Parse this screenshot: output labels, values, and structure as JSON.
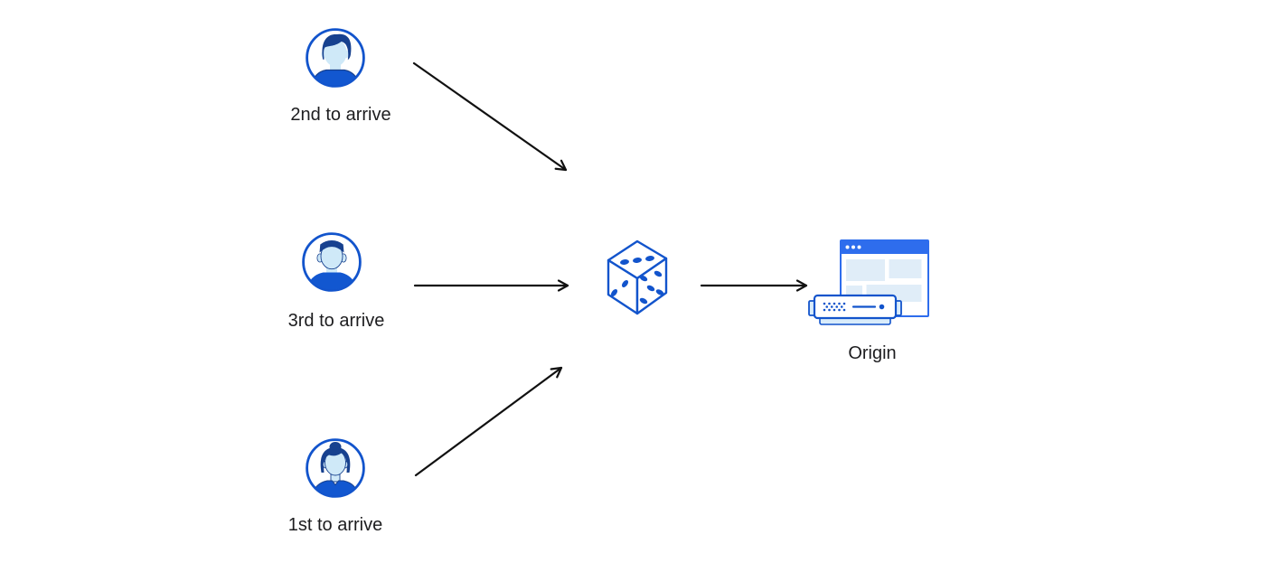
{
  "diagram": {
    "title": "random-steering-to-origin-diagram",
    "clients": [
      {
        "label": "2nd to arrive",
        "avatar": "man-swept-hair"
      },
      {
        "label": "3rd to arrive",
        "avatar": "man-flat-top"
      },
      {
        "label": "1st to arrive",
        "avatar": "woman-hair-bun"
      }
    ],
    "router": {
      "icon": "dice"
    },
    "origin": {
      "label": "Origin",
      "icon": "browser-window-and-server"
    }
  },
  "colors": {
    "accent_blue": "#1254cc",
    "titlebar_blue": "#2e6ded",
    "dark_navy": "#17418f",
    "shirt_blue": "#1257d0",
    "face_light": "#cfe9f8",
    "panel_light": "#e0edf8",
    "server_tray_light": "#d9ecfb",
    "arrow_black": "#111111",
    "text_color": "#1d1d1f",
    "background": "#ffffff"
  }
}
